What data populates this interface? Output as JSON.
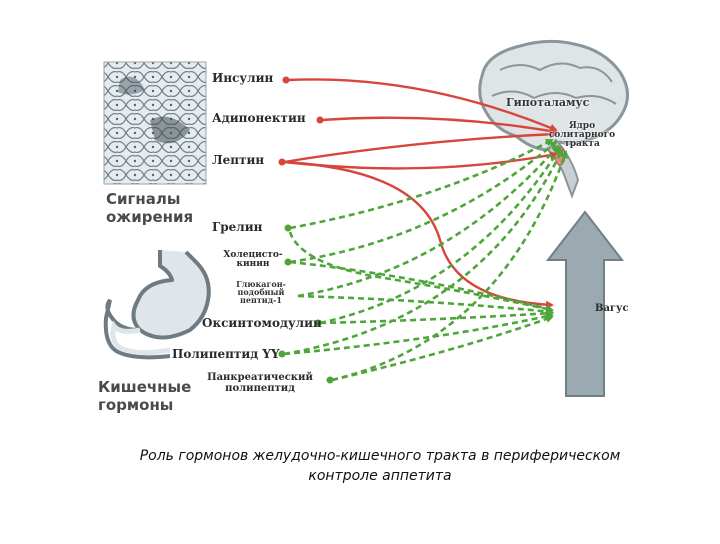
{
  "signals": {
    "insulin": "Инсулин",
    "adiponectin": "Адипонектин",
    "leptin": "Лептин",
    "ghrelin": "Грелин",
    "cholecystokinin": "Холецисто-\nкинин",
    "glp1": "Глюкагон-\nподобный\nпептид-1",
    "oxyntomodulin": "Оксинтомодулин",
    "pyy": "Полипептид YY",
    "pancreatic": "Панкреатический\nполипептид"
  },
  "groups": {
    "obesity": "Сигналы\nожирения",
    "gut": "Кишечные\nгормоны"
  },
  "brain": {
    "hypothalamus": "Гипоталамус",
    "nucleus": "Ядро\nсолитарного\nтракта"
  },
  "vagus": "Вагус",
  "caption": "Роль гормонов желудочно-кишечного тракта в периферическом\nконтроле аппетита",
  "colors": {
    "adiposity_signal": "#d8453b",
    "gut_signal": "#4ea53a",
    "vagus_arrow": "#9aaab0"
  }
}
